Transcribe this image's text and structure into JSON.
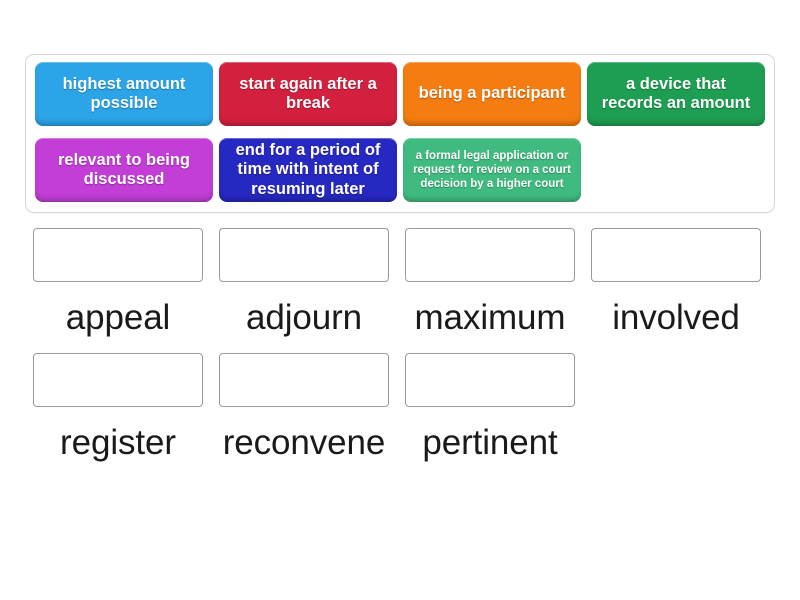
{
  "activity": {
    "type": "match-up",
    "title": "Match up"
  },
  "tray": {
    "rows": [
      [
        {
          "id": "tile-1",
          "text": "highest amount possible",
          "color": "#2ba4e8",
          "size": "normal"
        },
        {
          "id": "tile-2",
          "text": "start again after a break",
          "color": "#d3203e",
          "size": "normal"
        },
        {
          "id": "tile-3",
          "text": "being a participant",
          "color": "#f57c10",
          "size": "normal"
        },
        {
          "id": "tile-4",
          "text": "a device that records an amount",
          "color": "#1d9e52",
          "size": "normal"
        }
      ],
      [
        {
          "id": "tile-5",
          "text": "relevant to being discussed",
          "color": "#c23ed6",
          "size": "normal"
        },
        {
          "id": "tile-6",
          "text": "end for a period of time with intent of resuming later",
          "color": "#2628c2",
          "size": "normal"
        },
        {
          "id": "tile-7",
          "text": "a formal legal application or request for review on a court decision by a higher court",
          "color": "#40bb80",
          "size": "small"
        },
        {
          "id": "tile-8",
          "text": "",
          "color": "transparent",
          "size": "normal"
        }
      ]
    ]
  },
  "answers": {
    "rows": [
      [
        {
          "id": "answer-1",
          "word": "appeal",
          "dropped": ""
        },
        {
          "id": "answer-2",
          "word": "adjourn",
          "dropped": ""
        },
        {
          "id": "answer-3",
          "word": "maximum",
          "dropped": ""
        },
        {
          "id": "answer-4",
          "word": "involved",
          "dropped": ""
        }
      ],
      [
        {
          "id": "answer-5",
          "word": "register",
          "dropped": ""
        },
        {
          "id": "answer-6",
          "word": "reconvene",
          "dropped": ""
        },
        {
          "id": "answer-7",
          "word": "pertinent",
          "dropped": ""
        },
        {
          "id": "answer-8",
          "word": "",
          "dropped": ""
        }
      ]
    ]
  },
  "colors": {
    "tray_border": "#d8d8d8",
    "drop_zone_border": "#9b9b9b",
    "word_text": "#1a1a1a",
    "background": "#ffffff"
  }
}
